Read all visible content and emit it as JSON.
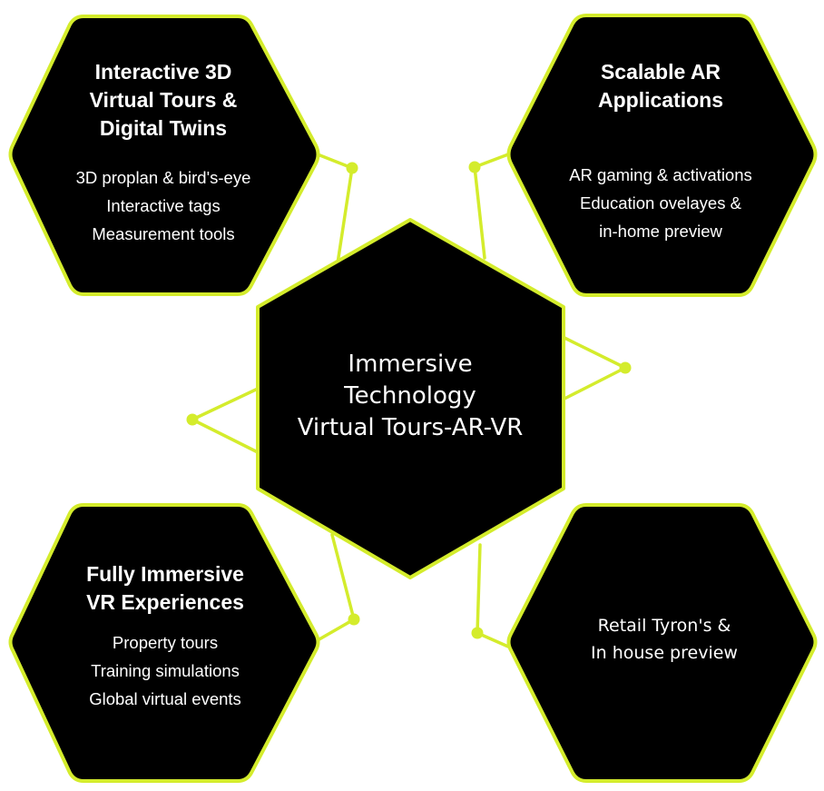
{
  "colors": {
    "accent": "#d4ec2c",
    "hex_fill": "#000000",
    "text": "#ffffff",
    "background": "#ffffff"
  },
  "center": {
    "lines": [
      "Immersive",
      "Technology",
      "Virtual Tours-AR-VR"
    ]
  },
  "nodes": {
    "top_left": {
      "title_lines": [
        "Interactive 3D",
        "Virtual Tours &",
        "Digital Twins"
      ],
      "items": [
        "3D proplan & bird's-eye",
        "Interactive tags",
        "Measurement tools"
      ]
    },
    "top_right": {
      "title_lines": [
        "Scalable AR",
        "Applications"
      ],
      "items": [
        "AR gaming & activations",
        "Education ovelayes &",
        "in-home preview"
      ]
    },
    "bottom_left": {
      "title_lines": [
        "Fully Immersive",
        "VR Experiences"
      ],
      "items": [
        "Property tours",
        "Training simulations",
        "Global virtual events"
      ]
    },
    "bottom_right": {
      "lines": [
        "Retail Tyron's &",
        "In house preview"
      ]
    }
  }
}
